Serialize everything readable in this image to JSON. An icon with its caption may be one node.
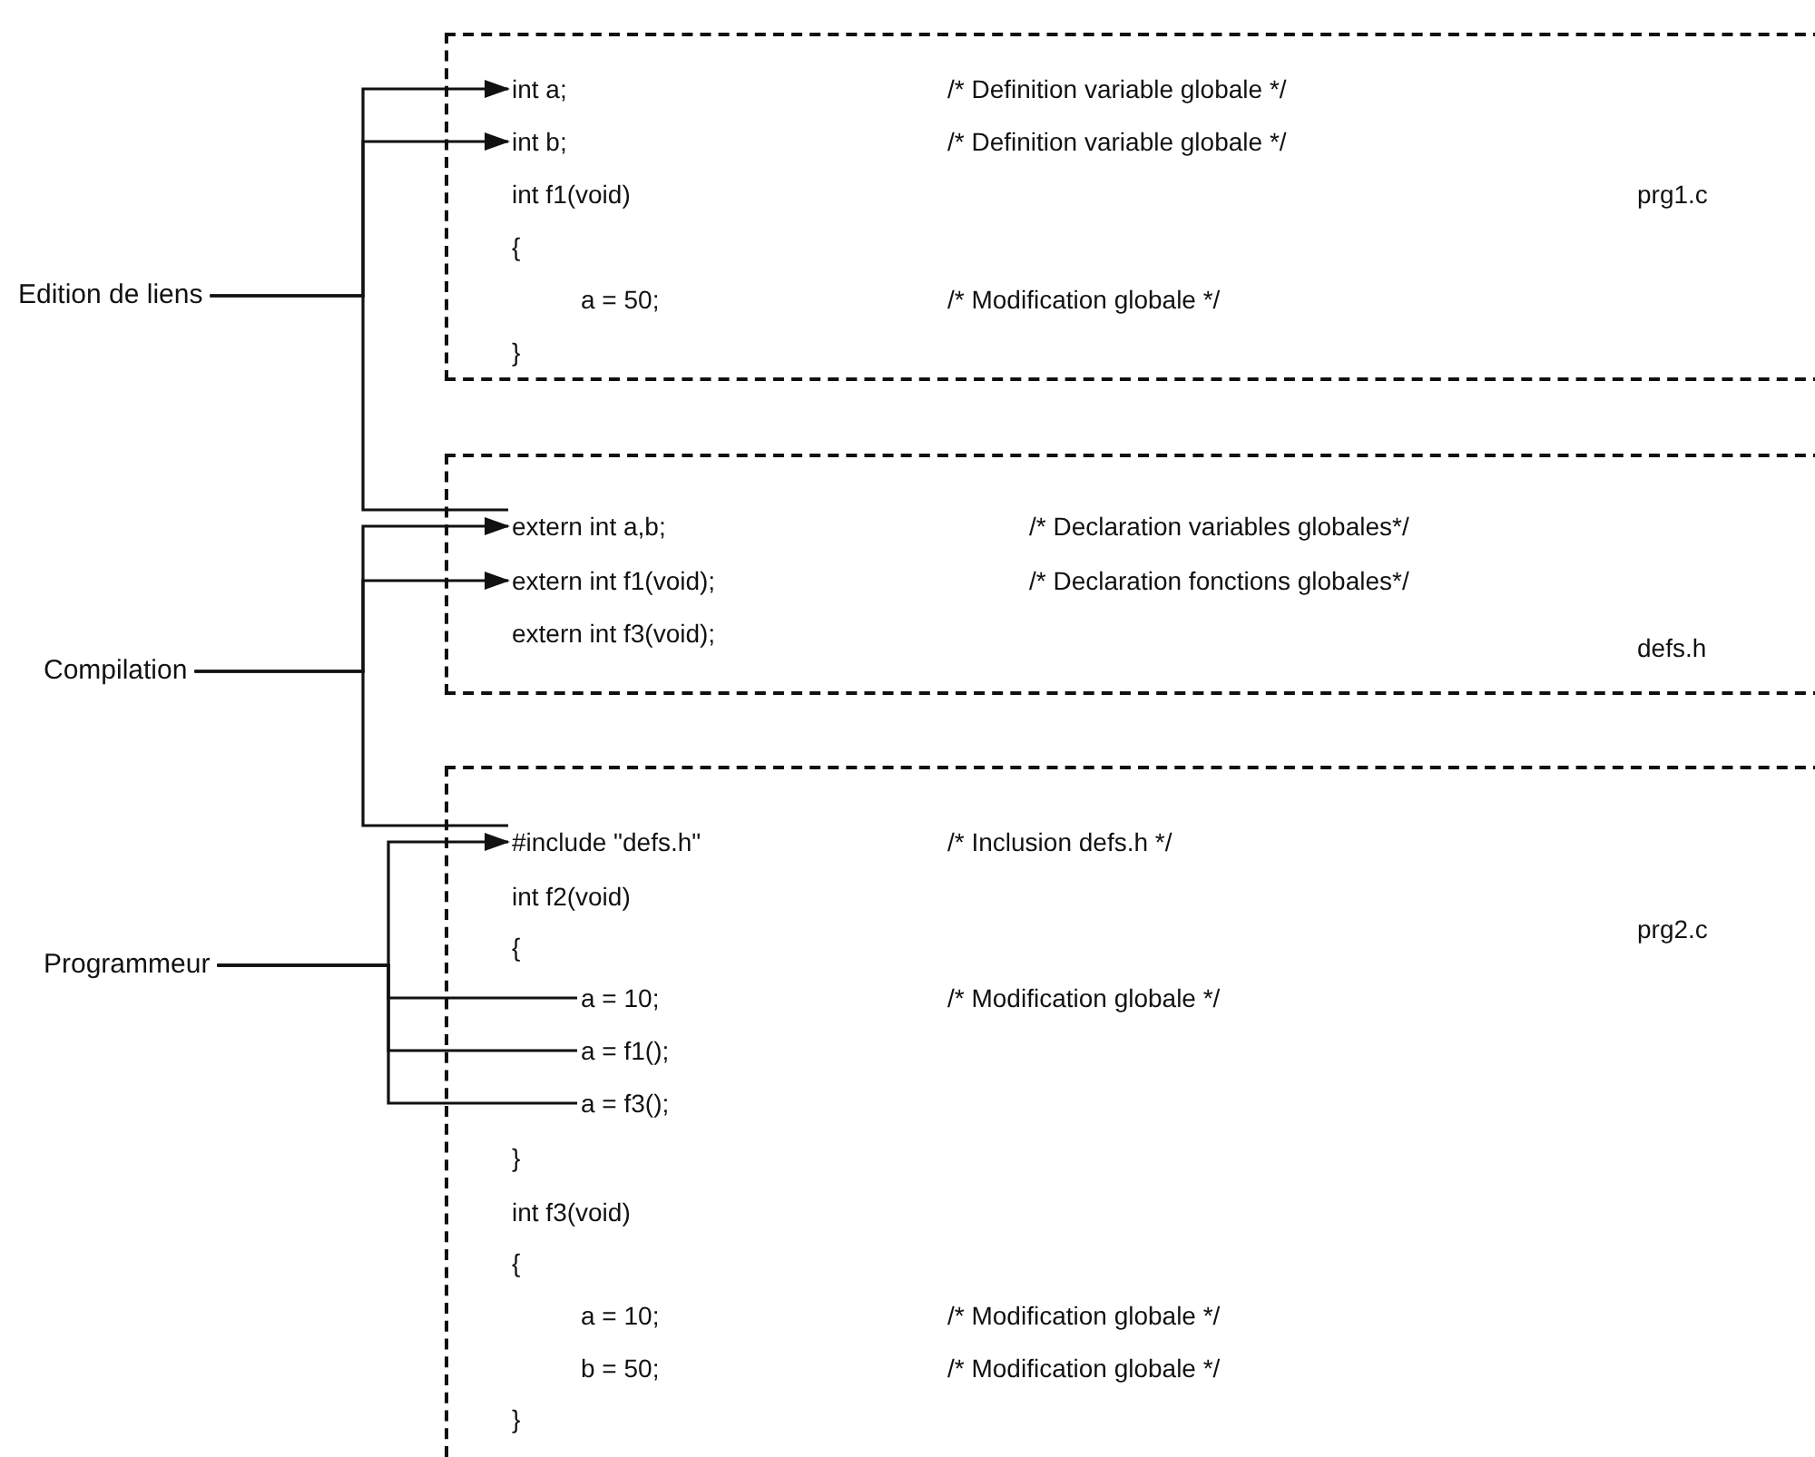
{
  "diagram": {
    "nodes": [
      {
        "text": [
          "Edition de liens"
        ]
      },
      {
        "text": [
          "prg1.c"
        ]
      },
      {
        "text": [
          "int a;"
        ],
        "in": 1
      },
      {
        "text": [
          "int b;"
        ],
        "in": 1
      },
      {
        "text": [
          "int f1(void)"
        ],
        "in": 1
      },
      {
        "text": [
          "{"
        ],
        "in": 1
      },
      {
        "text": [
          "a = 50;"
        ],
        "in": 1
      },
      {
        "text": [
          "}"
        ],
        "in": 1
      },
      {
        "text": [
          "Compilation"
        ]
      },
      {
        "text": [
          "defs.h"
        ]
      },
      {
        "text": [
          "extern int a,b;"
        ],
        "in": 9
      },
      {
        "text": [
          "extern int f1(void);"
        ],
        "in": 9
      },
      {
        "text": [
          "extern int f3(void);"
        ],
        "in": 9
      },
      {
        "text": [
          "Programmeur"
        ]
      },
      {
        "text": [
          "prg2.c"
        ]
      },
      {
        "text": [
          "#include \"defs.h\""
        ],
        "in": 14
      },
      {
        "text": [
          "int f2(void)"
        ],
        "in": 14
      },
      {
        "text": [
          "{"
        ],
        "in": 14
      },
      {
        "text": [
          "a = 10;"
        ],
        "in": 14
      },
      {
        "text": [
          "a = f1();"
        ],
        "in": 14
      },
      {
        "text": [
          "a = f3();"
        ],
        "in": 14
      },
      {
        "text": [
          "}"
        ],
        "in": 14
      },
      {
        "text": [
          "int f3(void)"
        ],
        "in": 14
      },
      {
        "text": [
          "{"
        ],
        "in": 14
      },
      {
        "text": [
          "a = 10;"
        ],
        "in": 14
      },
      {
        "text": [
          "b = 50;"
        ],
        "in": 14
      },
      {
        "text": [
          "}"
        ],
        "in": 14
      }
    ],
    "edges": [
      {
        "from": 0,
        "to": 2,
        "arrow": "to"
      },
      {
        "from": 0,
        "to": 3,
        "arrow": "to"
      },
      {
        "from": 0,
        "to": 10,
        "arrow": "none"
      },
      {
        "from": 8,
        "to": 10,
        "arrow": "to"
      },
      {
        "from": 8,
        "to": 11,
        "arrow": "to"
      },
      {
        "from": 8,
        "to": 15,
        "arrow": "none"
      },
      {
        "from": 13,
        "to": 15,
        "arrow": "to"
      },
      {
        "from": 13,
        "to": 18,
        "arrow": "none"
      },
      {
        "from": 13,
        "to": 19,
        "arrow": "none"
      },
      {
        "from": 13,
        "to": 20,
        "arrow": "none"
      }
    ],
    "labels": [
      "/* Definition variable globale */",
      "/* Definition variable globale */",
      "/* Modification globale */",
      "/* Declaration variables globales*/",
      "/* Declaration fonctions globales*/",
      "/* Inclusion defs.h */",
      "/* Modification globale */",
      "/* Modification globale */",
      "/* Modification globale */"
    ]
  }
}
